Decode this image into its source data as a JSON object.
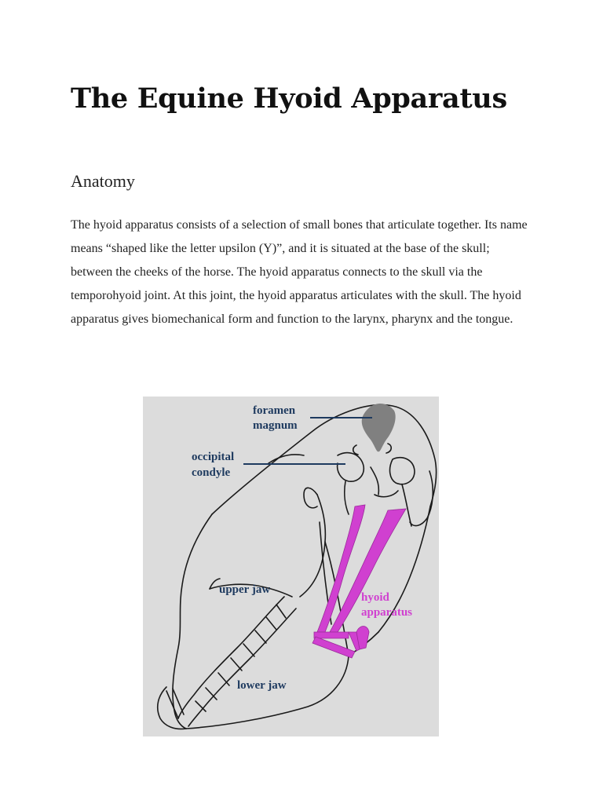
{
  "article": {
    "title": "The Equine Hyoid Apparatus",
    "section_heading": "Anatomy",
    "paragraph": "The hyoid apparatus consists of a selection of small bones that articulate together. Its name means “shaped like the letter upsilon (Y)”, and it is situated at the base of the skull; between the cheeks of the horse. The hyoid apparatus connects to the skull via the temporohyoid joint. At this joint, the hyoid apparatus articulates with the skull. The hyoid apparatus gives biomechanical form and function to the larynx, pharynx and the tongue."
  },
  "figure": {
    "labels": {
      "foramen_line1": "foramen",
      "foramen_line2": "magnum",
      "occipital_line1": "occipital",
      "occipital_line2": "condyle",
      "upper_jaw": "upper jaw",
      "lower_jaw": "lower jaw",
      "hyoid_line1": "hyoid",
      "hyoid_line2": "apparatus"
    },
    "colors": {
      "background": "#dcdcdc",
      "label_text": "#1e3a5f",
      "hyoid": "#d040d0",
      "foramen_fill": "#808080",
      "outline": "#1a1a1a"
    }
  }
}
